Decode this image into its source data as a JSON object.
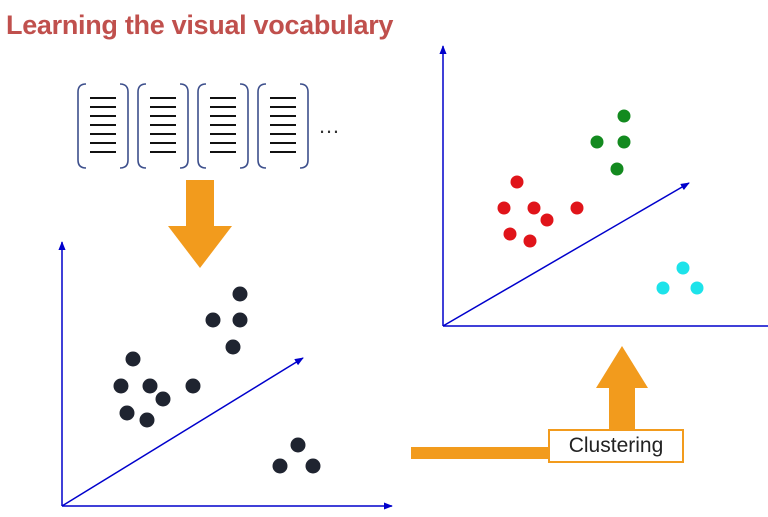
{
  "slide": {
    "title": "Learning the visual vocabulary",
    "clustering_label": "Clustering",
    "ellipsis": "…"
  },
  "colors": {
    "title": "#c0504d",
    "axis": "#0000cc",
    "arrow": "#f29b1d",
    "features": "#1f2430",
    "clusters": [
      "#e0141a",
      "#138a1f",
      "#1de3ea"
    ]
  },
  "descriptor_count": 4,
  "icons": [
    "descriptor-vector-icon",
    "down-arrow",
    "right-arrow",
    "up-arrow"
  ]
}
